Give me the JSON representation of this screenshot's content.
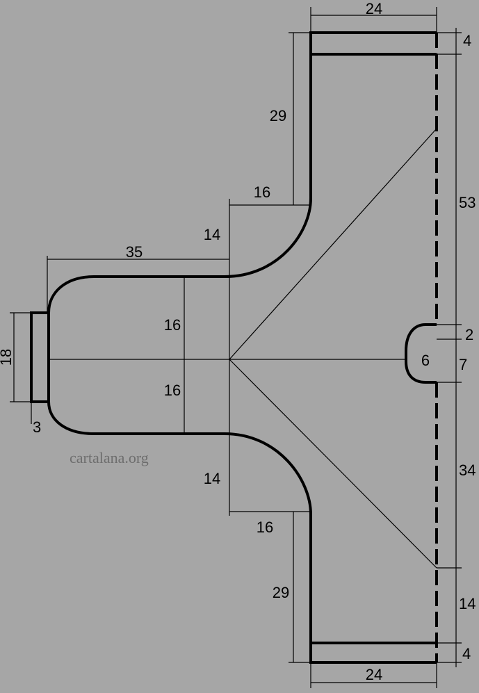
{
  "diagram": {
    "dimensions": {
      "top_width": "24",
      "top_band": "4",
      "upper_arm_length": "29",
      "upper_arm_offset": "16",
      "upper_curve_height": "14",
      "sleeve_length": "35",
      "upper_half_height": "16",
      "lower_half_height": "16",
      "cuff_height": "18",
      "cuff_width": "3",
      "right_upper_length": "53",
      "neck_gap": "2",
      "neck_depth": "6",
      "neck_height": "7",
      "right_lower_length": "34",
      "lower_curve_height": "14",
      "lower_arm_offset": "16",
      "lower_arm_length": "29",
      "right_bottom_length": "14",
      "bottom_band": "4",
      "bottom_width": "24"
    },
    "watermark": "cartalana.org"
  }
}
